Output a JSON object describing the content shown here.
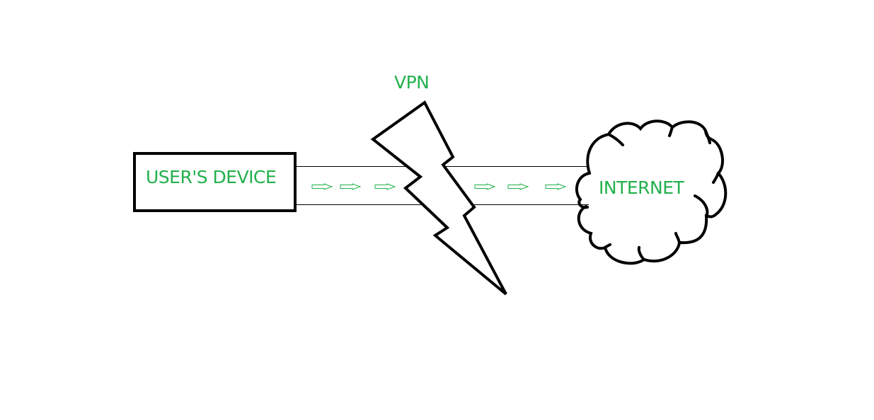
{
  "diagram": {
    "title_label": "VPN",
    "nodes": {
      "device": {
        "label": "USER'S DEVICE"
      },
      "internet": {
        "label": "INTERNET"
      }
    },
    "tunnel": {
      "arrow_count_left": 3,
      "arrow_count_right": 3,
      "direction": "device-to-internet"
    },
    "icons": {
      "vpn_symbol": "lightning-bolt-icon",
      "internet_symbol": "cloud-icon",
      "flow_arrow": "hollow-right-arrow"
    },
    "colors": {
      "label_text": "#22b14c",
      "arrow": "#22b14c",
      "outline": "#000000",
      "background": "#ffffff"
    }
  }
}
